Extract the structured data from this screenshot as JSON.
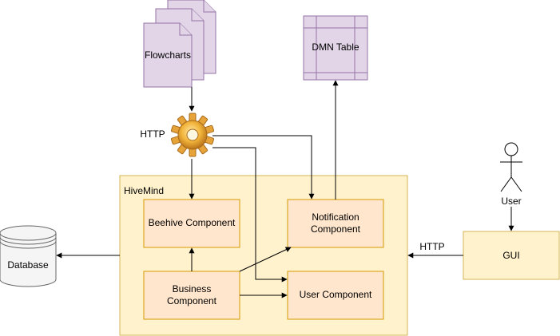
{
  "diagram": {
    "flowcharts_label": "Flowcharts",
    "dmn_table_label": "DMN Table",
    "http_gear_label": "HTTP",
    "hivemind_label": "HiveMind",
    "beehive_label": "Beehive Component",
    "notification_label_line1": "Notification",
    "notification_label_line2": "Component",
    "business_label_line1": "Business",
    "business_label_line2": "Component",
    "user_component_label": "User Component",
    "database_label": "Database",
    "gui_label": "GUI",
    "user_actor_label": "User",
    "http_gui_label": "HTTP"
  },
  "colors": {
    "document_fill": "#e1d5e7",
    "document_stroke": "#9673a6",
    "component_fill": "#ffe6cc",
    "component_stroke": "#d79b00",
    "container_fill": "#fff2cc",
    "container_stroke": "#d6b656",
    "database_fill": "#f5f5f5",
    "database_stroke": "#666666",
    "gear_color": "#f0a830"
  },
  "icons": {
    "gear": "gear-icon",
    "actor": "stick-figure-icon",
    "database": "cylinder-icon",
    "documents": "multi-document-icon"
  }
}
